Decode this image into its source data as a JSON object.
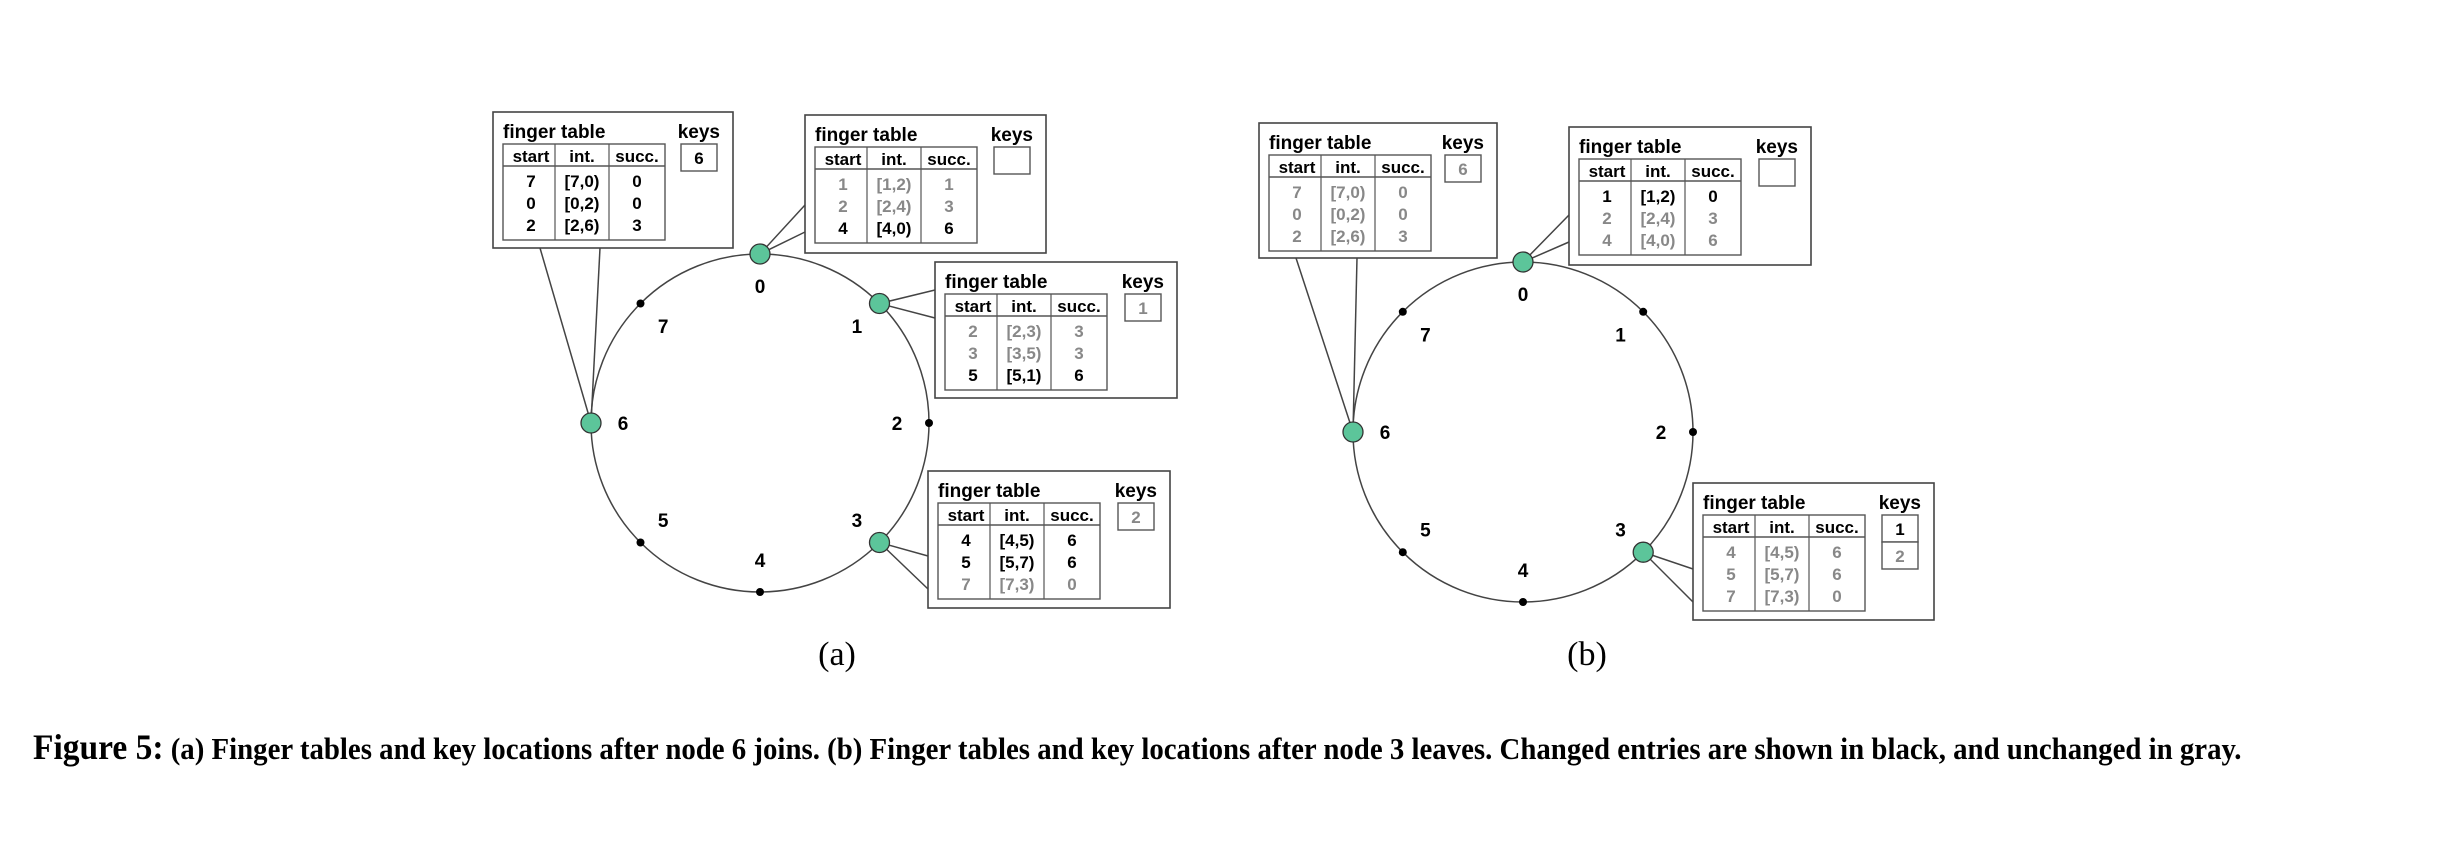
{
  "colors": {
    "node_fill": "#5cc59a",
    "changed": "#000000",
    "unchanged": "#888888",
    "line": "#444444"
  },
  "table_labels": {
    "title": "finger table",
    "keys": "keys",
    "headers": [
      "start",
      "int.",
      "succ."
    ]
  },
  "identifier_space": [
    "0",
    "1",
    "2",
    "3",
    "4",
    "5",
    "6",
    "7"
  ],
  "panels": [
    {
      "label": "(a)",
      "nodes": [
        "0",
        "1",
        "3",
        "6"
      ],
      "tables": [
        {
          "node": "6",
          "rows": [
            {
              "start": "7",
              "int": "[7,0)",
              "succ": "0",
              "changed": true
            },
            {
              "start": "0",
              "int": "[0,2)",
              "succ": "0",
              "changed": true
            },
            {
              "start": "2",
              "int": "[2,6)",
              "succ": "3",
              "changed": true
            }
          ],
          "keys": [
            {
              "value": "6",
              "changed": true
            }
          ]
        },
        {
          "node": "0",
          "rows": [
            {
              "start": "1",
              "int": "[1,2)",
              "succ": "1",
              "changed": false
            },
            {
              "start": "2",
              "int": "[2,4)",
              "succ": "3",
              "changed": false
            },
            {
              "start": "4",
              "int": "[4,0)",
              "succ": "6",
              "changed": true
            }
          ],
          "keys": []
        },
        {
          "node": "1",
          "rows": [
            {
              "start": "2",
              "int": "[2,3)",
              "succ": "3",
              "changed": false
            },
            {
              "start": "3",
              "int": "[3,5)",
              "succ": "3",
              "changed": false
            },
            {
              "start": "5",
              "int": "[5,1)",
              "succ": "6",
              "changed": true
            }
          ],
          "keys": [
            {
              "value": "1",
              "changed": false
            }
          ]
        },
        {
          "node": "3",
          "rows": [
            {
              "start": "4",
              "int": "[4,5)",
              "succ": "6",
              "changed": true
            },
            {
              "start": "5",
              "int": "[5,7)",
              "succ": "6",
              "changed": true
            },
            {
              "start": "7",
              "int": "[7,3)",
              "succ": "0",
              "changed": false
            }
          ],
          "keys": [
            {
              "value": "2",
              "changed": false
            }
          ]
        }
      ]
    },
    {
      "label": "(b)",
      "nodes": [
        "0",
        "3",
        "6"
      ],
      "tables": [
        {
          "node": "6",
          "rows": [
            {
              "start": "7",
              "int": "[7,0)",
              "succ": "0",
              "changed": false
            },
            {
              "start": "0",
              "int": "[0,2)",
              "succ": "0",
              "changed": false
            },
            {
              "start": "2",
              "int": "[2,6)",
              "succ": "3",
              "changed": false
            }
          ],
          "keys": [
            {
              "value": "6",
              "changed": false
            }
          ]
        },
        {
          "node": "0",
          "rows": [
            {
              "start": "1",
              "int": "[1,2)",
              "succ": "0",
              "changed": true
            },
            {
              "start": "2",
              "int": "[2,4)",
              "succ": "3",
              "changed": false
            },
            {
              "start": "4",
              "int": "[4,0)",
              "succ": "6",
              "changed": false
            }
          ],
          "keys": []
        },
        {
          "node": "3",
          "rows": [
            {
              "start": "4",
              "int": "[4,5)",
              "succ": "6",
              "changed": false
            },
            {
              "start": "5",
              "int": "[5,7)",
              "succ": "6",
              "changed": false
            },
            {
              "start": "7",
              "int": "[7,3)",
              "succ": "0",
              "changed": false
            }
          ],
          "keys": [
            {
              "value": "1",
              "changed": true
            },
            {
              "value": "2",
              "changed": false
            }
          ]
        }
      ]
    }
  ],
  "caption": {
    "figure_number": "Figure 5:",
    "text": "(a) Finger tables and key locations after node 6 joins. (b) Finger tables and key locations after node 3 leaves. Changed entries are shown in black, and unchanged in gray."
  }
}
